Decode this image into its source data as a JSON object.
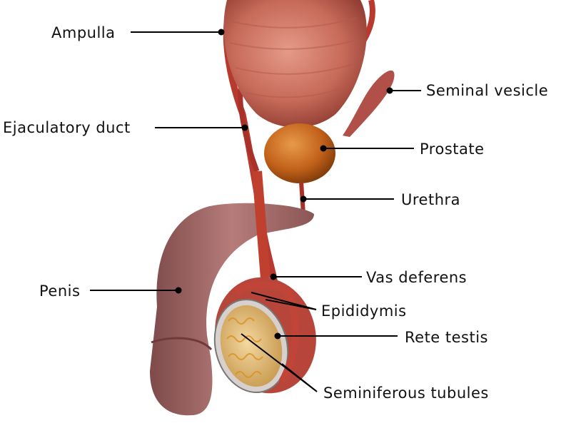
{
  "labels": {
    "ampulla": "Ampulla",
    "ejaculatory_duct": "Ejaculatory duct",
    "seminal_vesicle": "Seminal vesicle",
    "prostate": "Prostate",
    "urethra": "Urethra",
    "penis": "Penis",
    "vas_deferens": "Vas deferens",
    "epididymis": "Epididymis",
    "rete_testis": "Rete testis",
    "seminiferous_tubules": "Seminiferous tubules"
  },
  "colors": {
    "bladder": "#c9675a",
    "prostate": "#c8661c",
    "penis": "#a86a6a",
    "duct": "#b8392e",
    "tubules": "#e0a830",
    "leader_line": "#000000"
  }
}
